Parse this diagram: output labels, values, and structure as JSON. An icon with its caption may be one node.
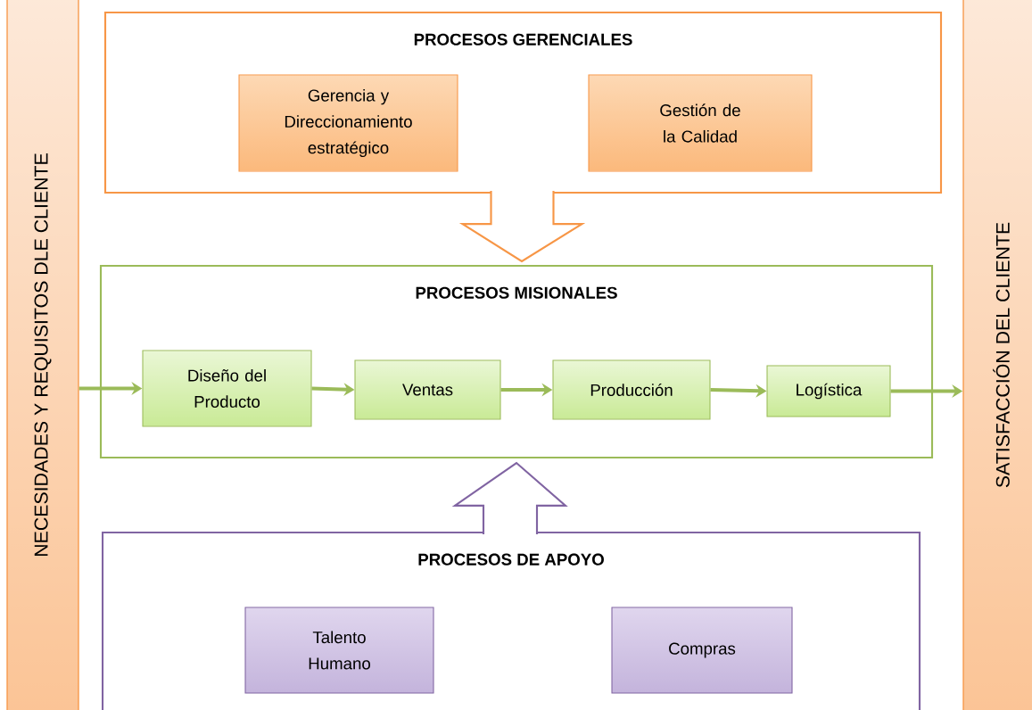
{
  "diagram": {
    "nodes": [
      {
        "text": [
          "NECESIDADES Y REQUISITOS DLE CLIENTE"
        ]
      },
      {
        "text": [
          "SATISFACCIÓN DEL CLIENTE"
        ]
      },
      {
        "text": [
          "PROCESOS GERENCIALES"
        ]
      },
      {
        "text": [
          "Gerencia y Direccionamiento estratégico"
        ],
        "in": 2
      },
      {
        "text": [
          "Gestión de la Calidad"
        ],
        "in": 2
      },
      {
        "text": [
          "PROCESOS MISIONALES"
        ]
      },
      {
        "text": [
          "Diseño del Producto"
        ],
        "in": 5
      },
      {
        "text": [
          "Ventas"
        ],
        "in": 5
      },
      {
        "text": [
          "Producción"
        ],
        "in": 5
      },
      {
        "text": [
          "Logística"
        ],
        "in": 5
      },
      {
        "text": [
          "PROCESOS DE APOYO"
        ]
      },
      {
        "text": [
          "Talento Humano"
        ],
        "in": 10
      },
      {
        "text": [
          "Compras"
        ],
        "in": 10
      }
    ],
    "edges": [
      {
        "from": 0,
        "to": 6,
        "arrow": "to"
      },
      {
        "from": 6,
        "to": 7,
        "arrow": "to"
      },
      {
        "from": 7,
        "to": 8,
        "arrow": "to"
      },
      {
        "from": 8,
        "to": 9,
        "arrow": "to"
      },
      {
        "from": 9,
        "to": 1,
        "arrow": "to"
      },
      {
        "from": 2,
        "to": 5,
        "arrow": "to",
        "style": "thick",
        "color": "#f79646"
      },
      {
        "from": 10,
        "to": 5,
        "arrow": "to",
        "style": "thick",
        "color": "#8064a2"
      }
    ]
  }
}
